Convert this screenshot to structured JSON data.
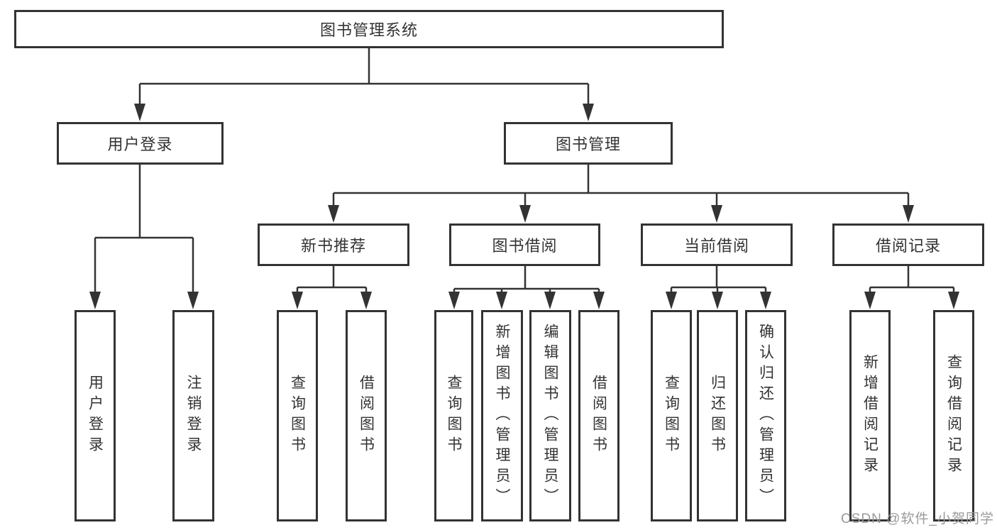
{
  "diagram_title": "图书管理系统",
  "colors": {
    "box_border": "#333333",
    "line": "#333333",
    "text": "#333333",
    "watermark": "#9a9a9a",
    "background": "#ffffff"
  },
  "nodes": {
    "root": "图书管理系统",
    "user_login": "用户登录",
    "book_management": "图书管理",
    "new_book_recommend": "新书推荐",
    "book_borrowing": "图书借阅",
    "current_borrowing": "当前借阅",
    "borrowing_records": "借阅记录",
    "leaves": {
      "user_login": "用户登录",
      "logout": "注销登录",
      "query_books_recommend": "查询图书",
      "borrow_books_recommend": "借阅图书",
      "query_books_borrowing": "查询图书",
      "add_book_admin": "新增图书（管理员）",
      "edit_book_admin": "编辑图书（管理员）",
      "borrow_books_borrowing": "借阅图书",
      "query_books_current": "查询图书",
      "return_books": "归还图书",
      "confirm_return_admin": "确认归还（管理员）",
      "add_borrow_record": "新增借阅记录",
      "query_borrow_record": "查询借阅记录"
    }
  },
  "watermark": "CSDN @软件_小贺同学"
}
